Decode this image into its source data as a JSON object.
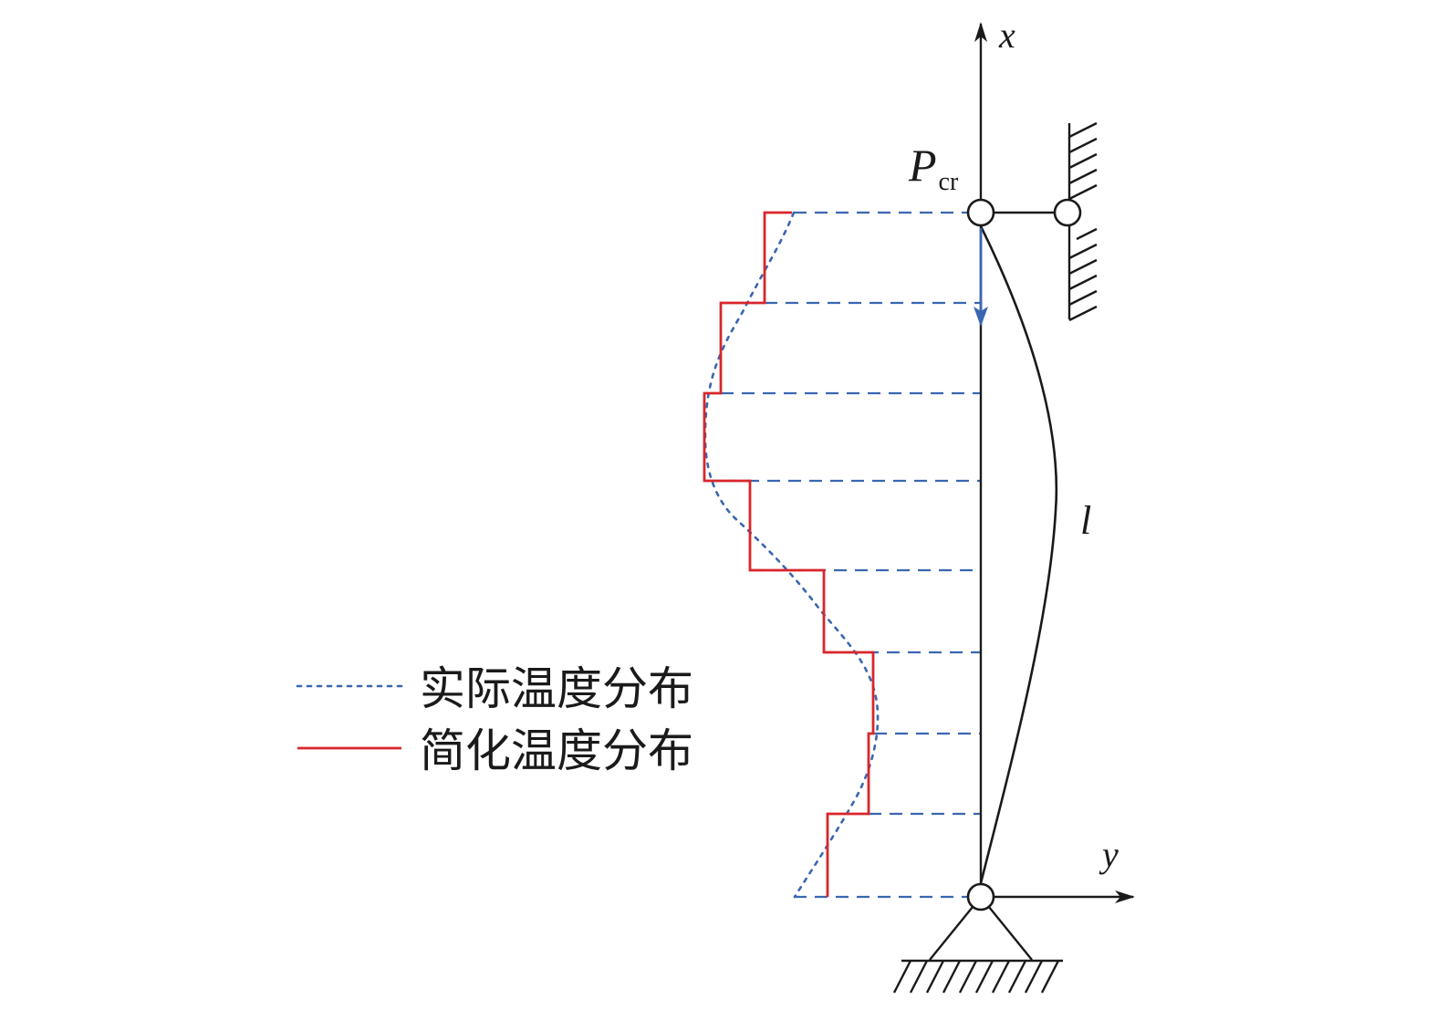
{
  "labels": {
    "x_axis": "x",
    "y_axis": "y",
    "load_main": "P",
    "load_sub": "cr",
    "length": "l"
  },
  "legend": {
    "actual": "实际温度分布",
    "simplified": "简化温度分布"
  },
  "colors": {
    "axis": "#1a1a1a",
    "dashed_levels": "#3a66b0",
    "actual": "#3a66b0",
    "simplified": "#d9262b",
    "load_arrow": "#3a66b0"
  }
}
